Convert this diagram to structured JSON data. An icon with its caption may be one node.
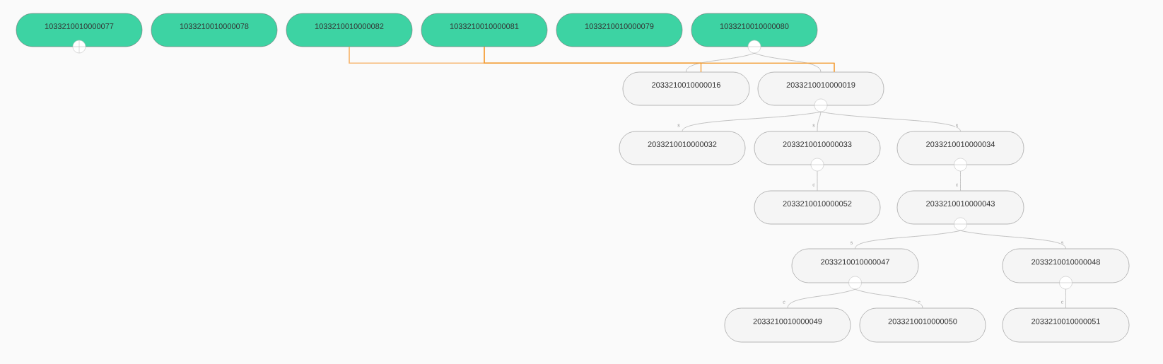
{
  "diagram": {
    "nodes": [
      {
        "text": [
          "1033210010000077"
        ]
      },
      {
        "text": [
          "1033210010000078"
        ]
      },
      {
        "text": [
          "1033210010000082"
        ]
      },
      {
        "text": [
          "1033210010000081"
        ]
      },
      {
        "text": [
          "1033210010000079"
        ]
      },
      {
        "text": [
          "1033210010000080"
        ]
      },
      {
        "text": [],
        "shape": "circle"
      },
      {
        "text": [],
        "shape": "circle"
      },
      {
        "text": [
          "2033210010000016"
        ]
      },
      {
        "text": [
          "2033210010000019"
        ]
      },
      {
        "text": [],
        "shape": "circle"
      },
      {
        "text": [
          "2033210010000032"
        ]
      },
      {
        "text": [
          "2033210010000033"
        ]
      },
      {
        "text": [
          "2033210010000034"
        ]
      },
      {
        "text": [],
        "shape": "circle"
      },
      {
        "text": [],
        "shape": "circle"
      },
      {
        "text": [
          "2033210010000052"
        ]
      },
      {
        "text": [
          "2033210010000043"
        ]
      },
      {
        "text": [],
        "shape": "circle"
      },
      {
        "text": [
          "2033210010000047"
        ]
      },
      {
        "text": [
          "2033210010000048"
        ]
      },
      {
        "text": [],
        "shape": "circle"
      },
      {
        "text": [],
        "shape": "circle"
      },
      {
        "text": [
          "2033210010000049"
        ]
      },
      {
        "text": [
          "2033210010000050"
        ]
      },
      {
        "text": [
          "2033210010000051"
        ]
      }
    ],
    "edges": [
      {
        "from": 7,
        "to": 8,
        "arrow": "none"
      },
      {
        "from": 7,
        "to": 9,
        "arrow": "none"
      },
      {
        "from": 10,
        "to": 11,
        "arrow": "none",
        "label": "s"
      },
      {
        "from": 10,
        "to": 12,
        "arrow": "none",
        "label": "s"
      },
      {
        "from": 10,
        "to": 13,
        "arrow": "none",
        "label": "s"
      },
      {
        "from": 14,
        "to": 16,
        "arrow": "none",
        "label": "c"
      },
      {
        "from": 15,
        "to": 17,
        "arrow": "none",
        "label": "c"
      },
      {
        "from": 18,
        "to": 19,
        "arrow": "none",
        "label": "s"
      },
      {
        "from": 18,
        "to": 20,
        "arrow": "none",
        "label": "s"
      },
      {
        "from": 21,
        "to": 23,
        "arrow": "none",
        "label": "c"
      },
      {
        "from": 21,
        "to": 24,
        "arrow": "none",
        "label": "c"
      },
      {
        "from": 22,
        "to": 25,
        "arrow": "none",
        "label": "c"
      },
      {
        "from": 2,
        "to": 8,
        "arrow": "none",
        "color": "#f7b56e"
      },
      {
        "from": 2,
        "to": 9,
        "arrow": "none",
        "color": "#f7b56e"
      },
      {
        "from": 3,
        "to": 8,
        "arrow": "none",
        "color": "#f39a2e"
      },
      {
        "from": 3,
        "to": 9,
        "arrow": "none",
        "color": "#f39a2e"
      }
    ]
  }
}
